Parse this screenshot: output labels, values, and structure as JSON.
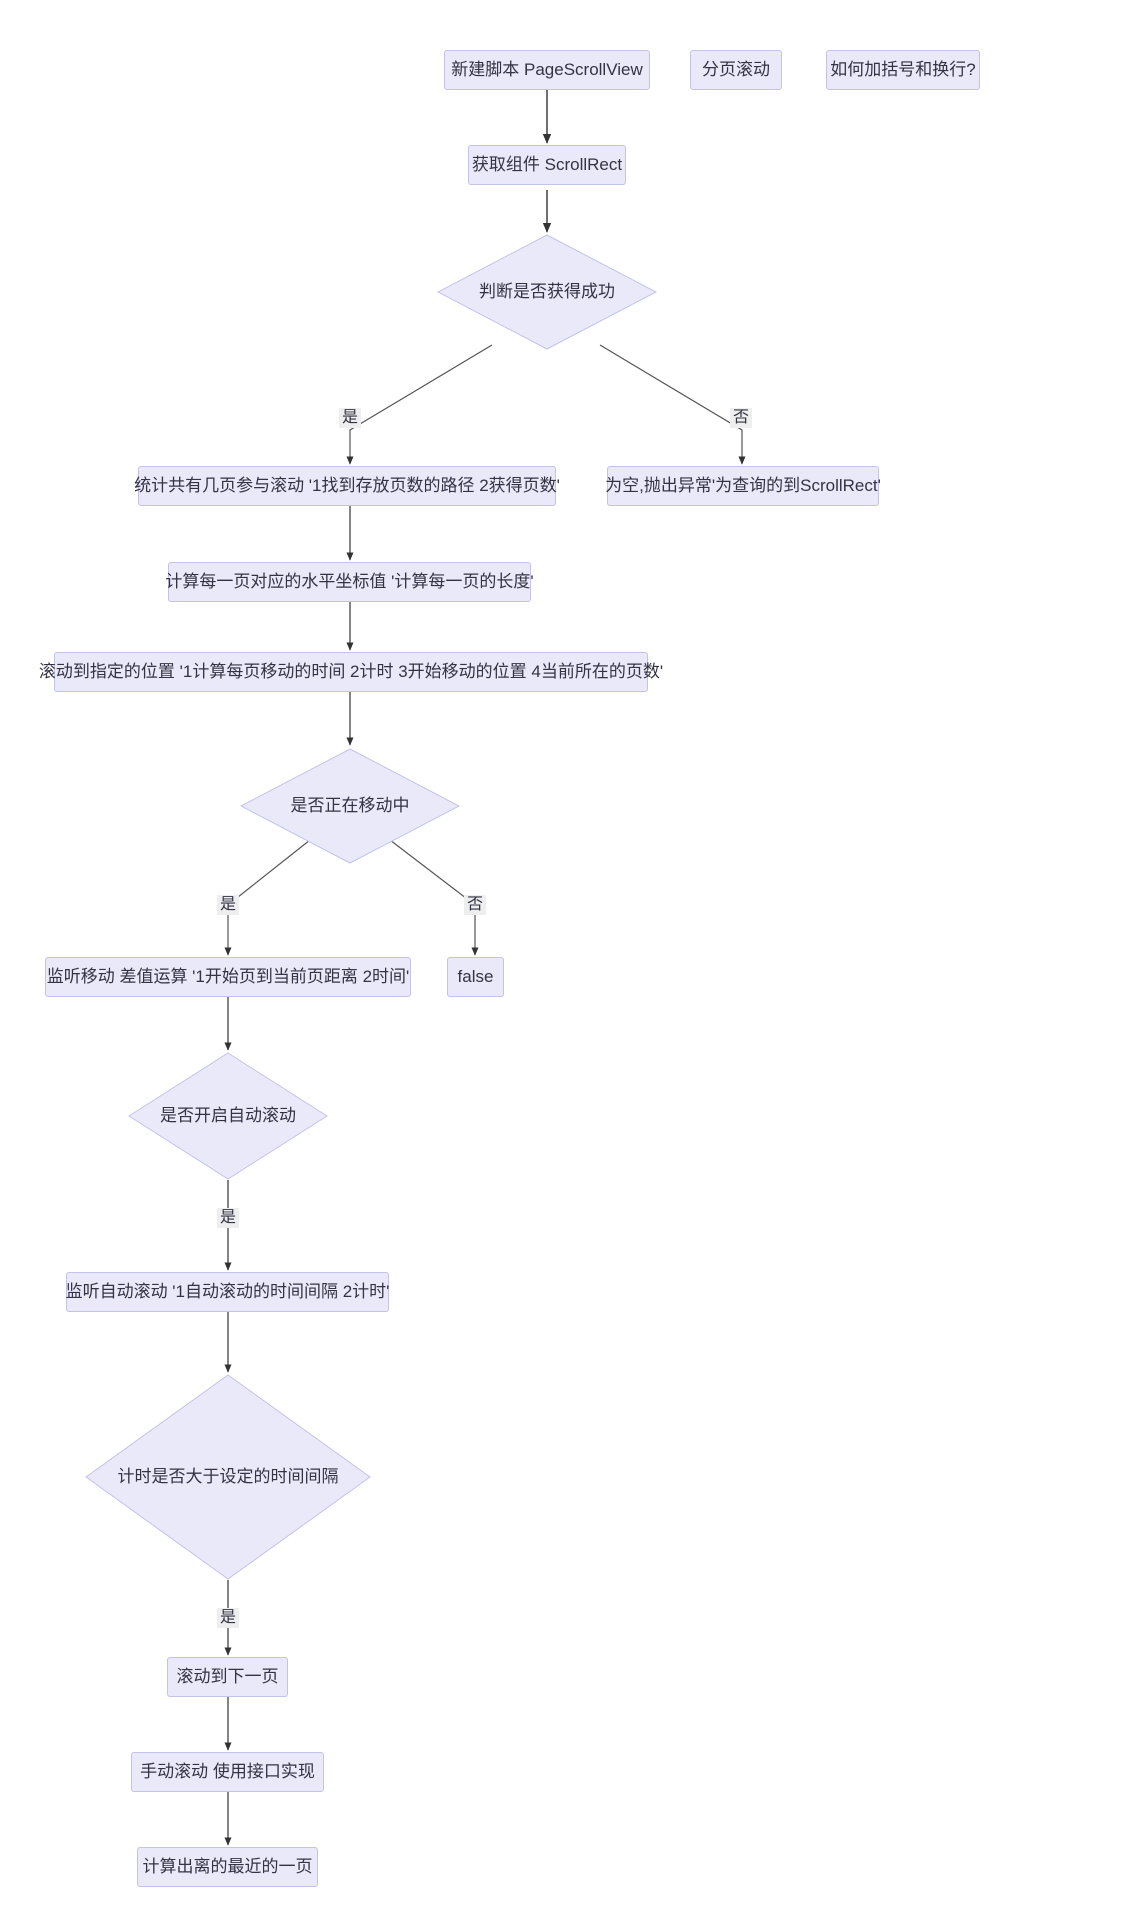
{
  "diagram": {
    "type": "flowchart",
    "title_nodes": [
      "新建脚本 PageScrollView",
      "分页滚动",
      "如何加括号和换行?"
    ],
    "colors": {
      "node_fill": "#e9e9fa",
      "node_border": "#c3c3ea",
      "edge_stroke": "#333333",
      "label_bg": "#eeeeee",
      "text": "#333344",
      "background": "#ffffff"
    },
    "nodes": [
      {
        "id": "n1",
        "shape": "rect",
        "label": "新建脚本 PageScrollView"
      },
      {
        "id": "n2",
        "shape": "rect",
        "label": "分页滚动"
      },
      {
        "id": "n3",
        "shape": "rect",
        "label": "如何加括号和换行?"
      },
      {
        "id": "n4",
        "shape": "rect",
        "label": "获取组件 ScrollRect"
      },
      {
        "id": "n5",
        "shape": "diamond",
        "label": "判断是否获得成功"
      },
      {
        "id": "n6",
        "shape": "rect",
        "label": "统计共有几页参与滚动 '1找到存放页数的路径 2获得页数'"
      },
      {
        "id": "n7",
        "shape": "rect",
        "label": "为空,抛出异常'为查询的到ScrollRect'"
      },
      {
        "id": "n8",
        "shape": "rect",
        "label": "计算每一页对应的水平坐标值 '计算每一页的长度'"
      },
      {
        "id": "n9",
        "shape": "rect",
        "label": "滚动到指定的位置 '1计算每页移动的时间 2计时 3开始移动的位置 4当前所在的页数'"
      },
      {
        "id": "n10",
        "shape": "diamond",
        "label": "是否正在移动中"
      },
      {
        "id": "n11",
        "shape": "rect",
        "label": "监听移动 差值运算 '1开始页到当前页距离 2时间'"
      },
      {
        "id": "n12",
        "shape": "rect",
        "label": "false"
      },
      {
        "id": "n13",
        "shape": "diamond",
        "label": "是否开启自动滚动"
      },
      {
        "id": "n14",
        "shape": "rect",
        "label": "监听自动滚动 '1自动滚动的时间间隔 2计时'"
      },
      {
        "id": "n15",
        "shape": "diamond",
        "label": "计时是否大于设定的时间间隔"
      },
      {
        "id": "n16",
        "shape": "rect",
        "label": "滚动到下一页"
      },
      {
        "id": "n17",
        "shape": "rect",
        "label": "手动滚动 使用接口实现"
      },
      {
        "id": "n18",
        "shape": "rect",
        "label": "计算出离的最近的一页"
      }
    ],
    "edge_labels": [
      {
        "id": "e1",
        "label": "是"
      },
      {
        "id": "e2",
        "label": "否"
      },
      {
        "id": "e3",
        "label": "是"
      },
      {
        "id": "e4",
        "label": "否"
      },
      {
        "id": "e5",
        "label": "是"
      },
      {
        "id": "e6",
        "label": "是"
      }
    ]
  }
}
